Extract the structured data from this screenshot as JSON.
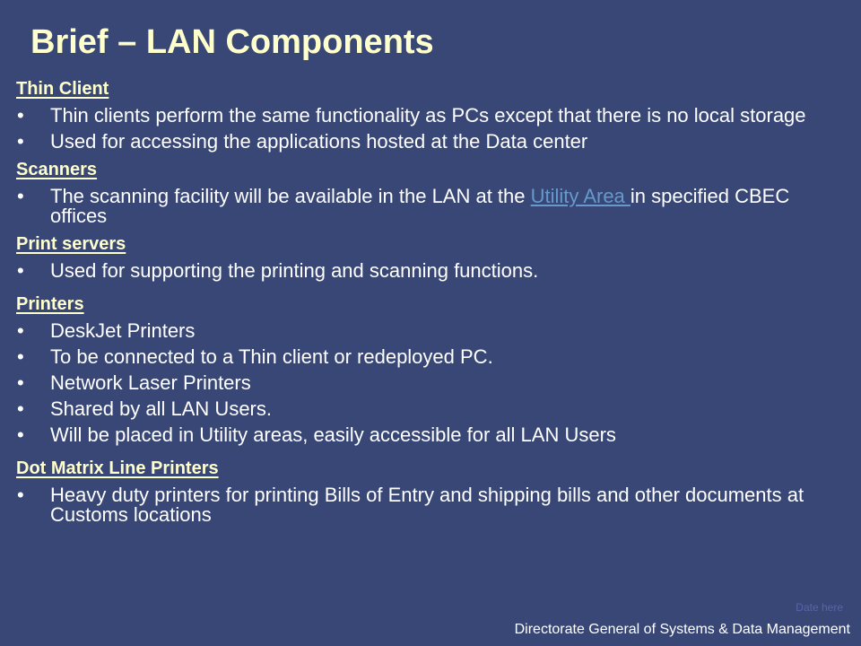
{
  "slide": {
    "title": "Brief – LAN Components",
    "footer_date": "Date here",
    "footer_org": "Directorate General of Systems & Data Management"
  },
  "sections": {
    "thin_client": {
      "heading": "Thin Client",
      "b1": "Thin clients perform the same functionality as PCs except that there is no local storage",
      "b2": "Used for accessing the applications hosted at the Data center"
    },
    "scanners": {
      "heading": "Scanners",
      "b1_before": "The scanning facility will be available in the LAN at the ",
      "b1_link": "Utility Area ",
      "b1_after": "in specified CBEC offices"
    },
    "print_servers": {
      "heading": "Print servers",
      "b1": "Used for supporting the printing and scanning functions."
    },
    "printers": {
      "heading": "Printers",
      "b1": "DeskJet Printers",
      "b2": "To be connected to a Thin client or redeployed PC.",
      "b3": "Network Laser Printers",
      "b4": "Shared by all LAN Users.",
      "b5": "Will be placed in Utility areas, easily accessible for all LAN Users"
    },
    "dot_matrix": {
      "heading": "Dot Matrix Line Printers",
      "b1": "Heavy duty printers for printing Bills of Entry and shipping bills and other documents at Customs locations"
    }
  },
  "colors": {
    "background": "#384776",
    "heading": "#ffffcc",
    "text": "#ffffff",
    "link": "#6699cc"
  }
}
